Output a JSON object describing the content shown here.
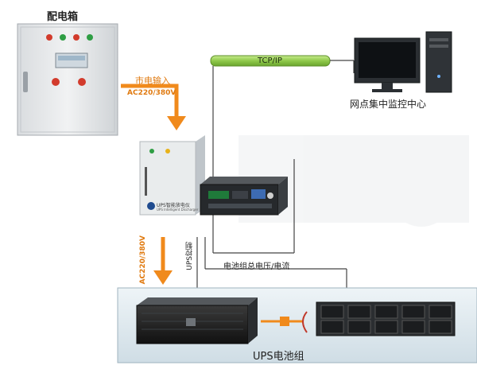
{
  "labels": {
    "distribution_box": "配电箱",
    "mains_input": "市电输入",
    "mains_voltage": "AC220/380V",
    "vertical_voltage": "AC220/380V",
    "tcp_ip": "TCP/IP",
    "monitoring_center": "网点集中监控中心",
    "ups_control": "UPS控制",
    "battery_voltage_current": "电池组总电压/电流",
    "ups_battery_group": "UPS电池组",
    "device_name": "UPS智能放电仪",
    "device_name_en": "UPS Intelligent Discharger"
  },
  "colors": {
    "arrow_orange": "#f08a1c",
    "tcp_bar": "#9ed25a",
    "panel_bg": "#dfe9ee",
    "line": "#333333"
  }
}
